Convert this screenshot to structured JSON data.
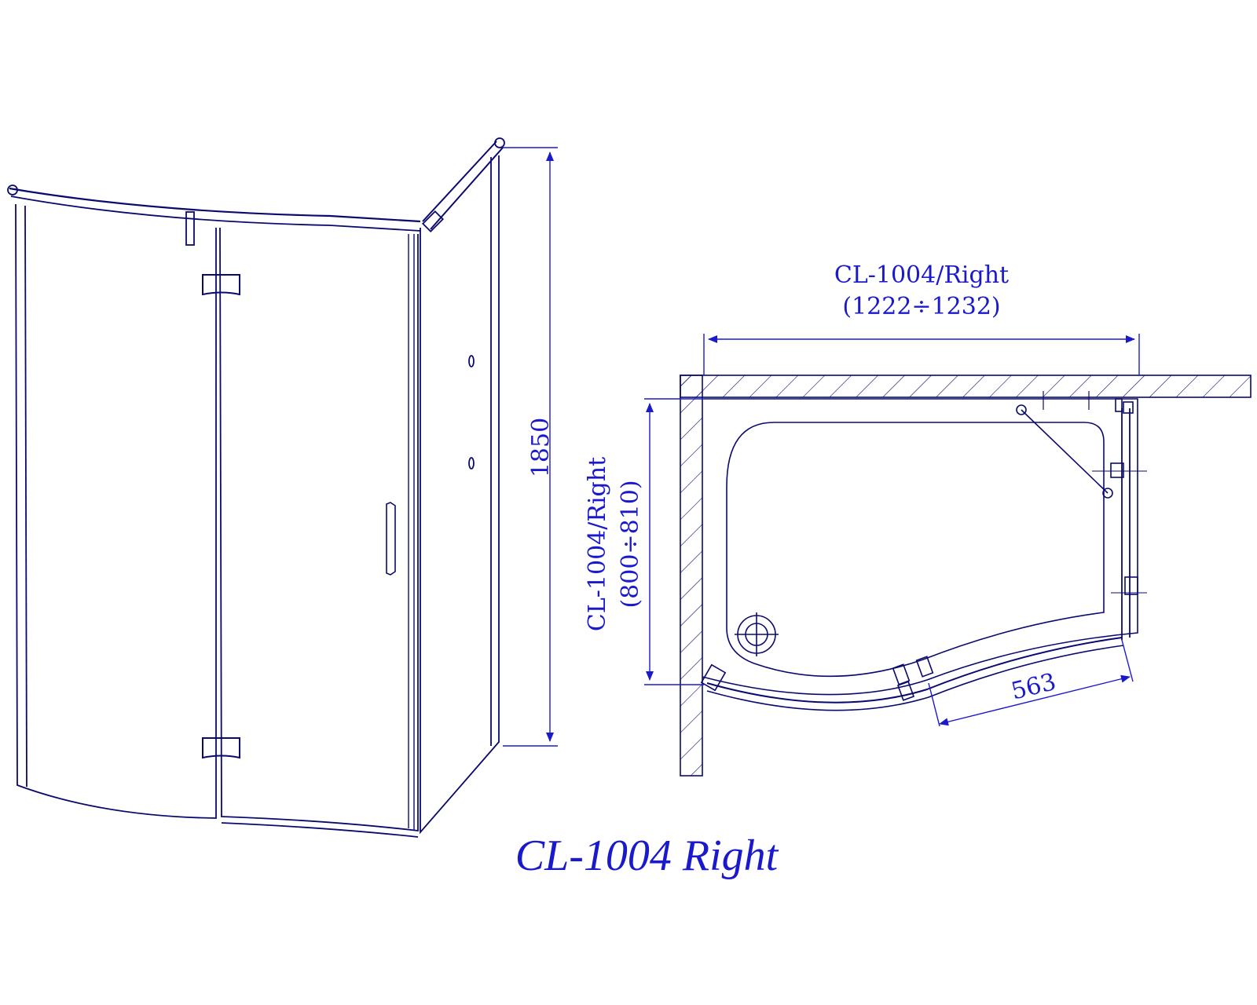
{
  "drawing": {
    "title": "CL-1004 Right",
    "colors": {
      "line": "#0a0a6e",
      "dimension": "#1a1acc",
      "background": "#ffffff"
    }
  },
  "elevation": {
    "height_label": "1850"
  },
  "plan": {
    "width_label": "CL-1004/Right",
    "width_range": "(1222÷1232)",
    "depth_label": "CL-1004/Right",
    "depth_range": "(800÷810)",
    "door_label": "563"
  }
}
